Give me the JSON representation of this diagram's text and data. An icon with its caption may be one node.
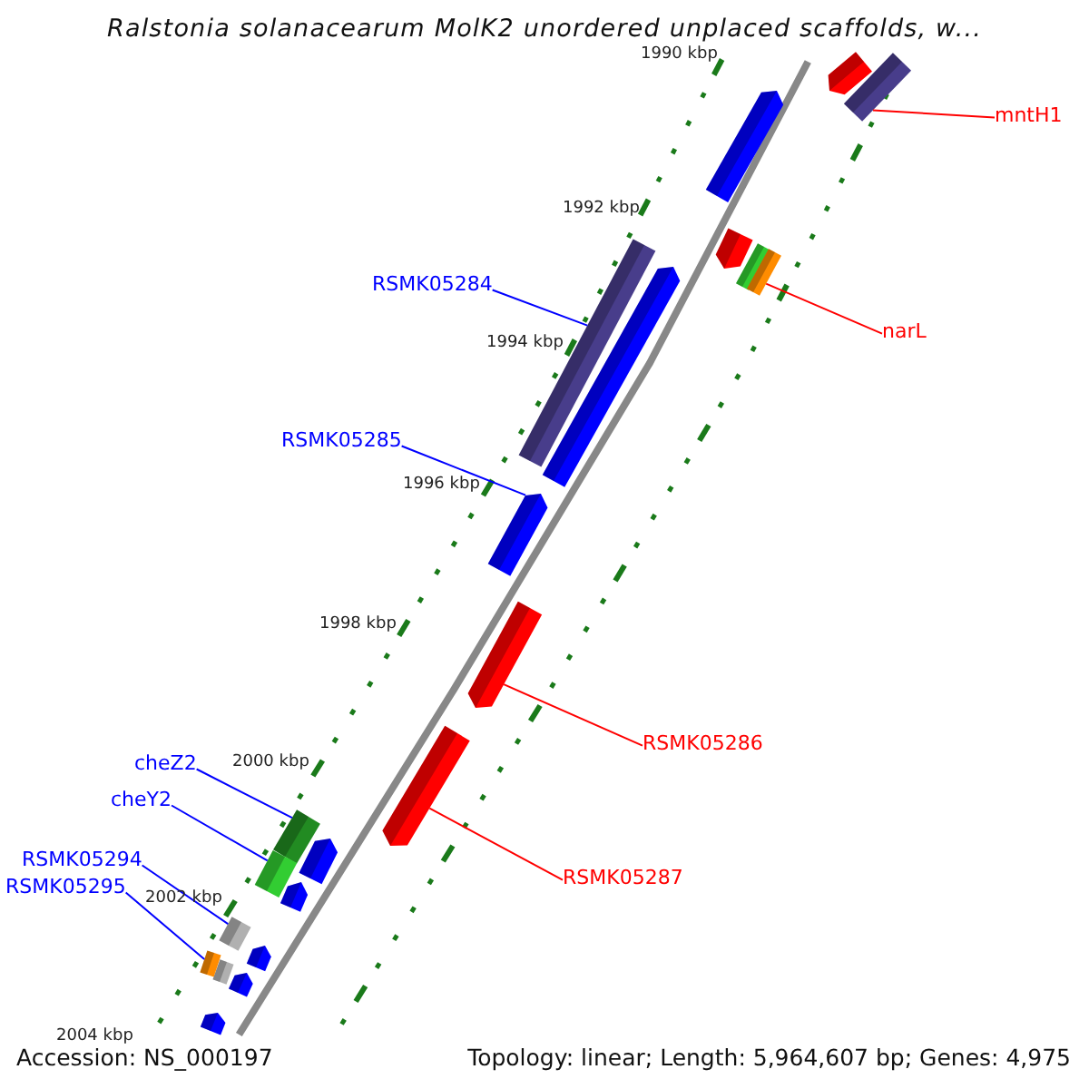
{
  "diagram": {
    "title": "Ralstonia solanacearum MolK2 unordered unplaced scaffolds, w...",
    "nodes": [
      {
        "text": [
          "mntH1"
        ]
      },
      {
        "text": [],
        "shape": "bar"
      },
      {
        "text": [
          "narL"
        ]
      },
      {
        "text": [],
        "shape": "bar"
      },
      {
        "text": [
          "RSMK05284"
        ]
      },
      {
        "text": [],
        "shape": "bar"
      },
      {
        "text": [
          "RSMK05285"
        ]
      },
      {
        "text": [],
        "shape": "bar"
      },
      {
        "text": [
          "RSMK05286"
        ]
      },
      {
        "text": [],
        "shape": "bar"
      },
      {
        "text": [
          "cheZ2"
        ]
      },
      {
        "text": [],
        "shape": "bar"
      },
      {
        "text": [
          "cheY2"
        ]
      },
      {
        "text": [],
        "shape": "bar"
      },
      {
        "text": [
          "RSMK05287"
        ]
      },
      {
        "text": [],
        "shape": "bar"
      },
      {
        "text": [
          "RSMK05294"
        ]
      },
      {
        "text": [],
        "shape": "bar"
      },
      {
        "text": [
          "RSMK05295"
        ]
      },
      {
        "text": [],
        "shape": "bar"
      }
    ],
    "edges": [
      {
        "from": 0,
        "to": 1,
        "arrow": "none",
        "color": "#ff0000"
      },
      {
        "from": 2,
        "to": 3,
        "arrow": "none",
        "color": "#ff0000"
      },
      {
        "from": 4,
        "to": 5,
        "arrow": "none"
      },
      {
        "from": 6,
        "to": 7,
        "arrow": "none"
      },
      {
        "from": 8,
        "to": 9,
        "arrow": "none",
        "color": "#ff0000"
      },
      {
        "from": 10,
        "to": 11,
        "arrow": "none"
      },
      {
        "from": 12,
        "to": 13,
        "arrow": "none"
      },
      {
        "from": 14,
        "to": 15,
        "arrow": "none",
        "color": "#ff0000"
      },
      {
        "from": 16,
        "to": 17,
        "arrow": "none"
      },
      {
        "from": 18,
        "to": 19,
        "arrow": "none"
      }
    ],
    "labels": [
      "1990 kbp",
      "1992 kbp",
      "1994 kbp",
      "1996 kbp",
      "1998 kbp",
      "2000 kbp",
      "2002 kbp",
      "2004 kbp",
      "Accession: NS_000197",
      "Topology: linear; Length: 5,964,607 bp; Genes: 4,975"
    ]
  }
}
